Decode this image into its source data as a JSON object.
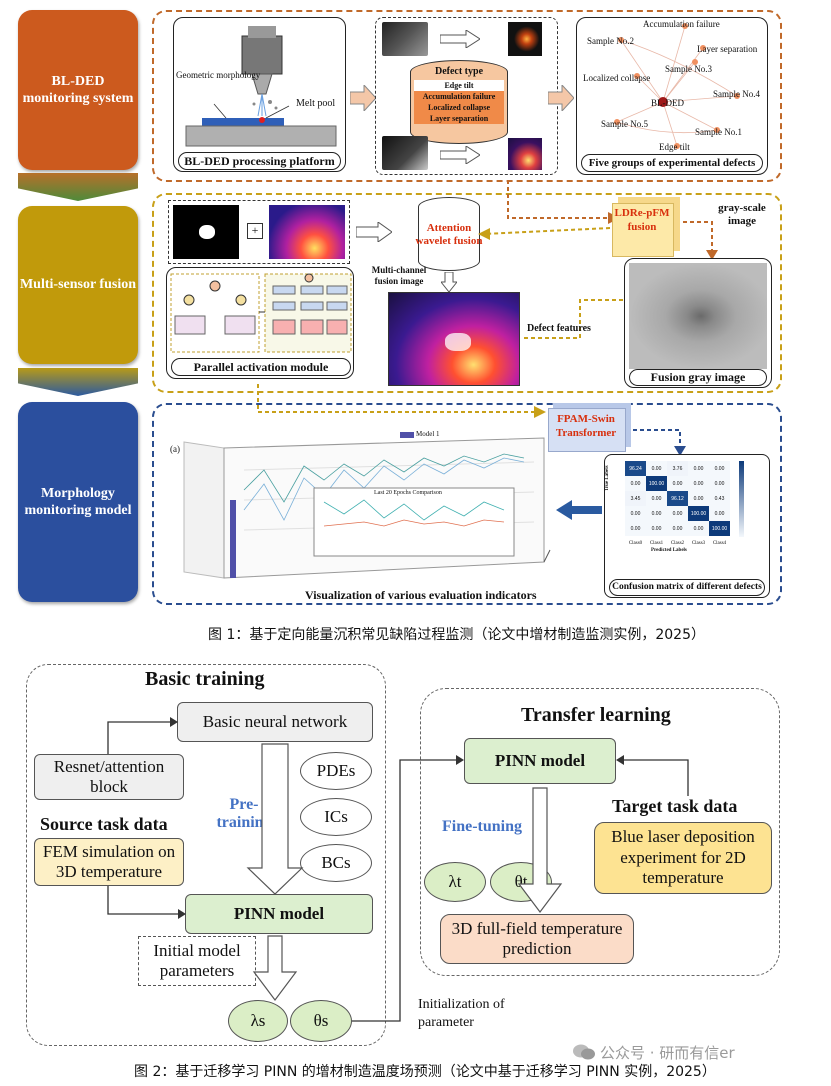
{
  "fig1": {
    "side_labels": [
      "BL-DED monitoring system",
      "Multi-sensor fusion",
      "Morphology monitoring model"
    ],
    "platform": {
      "title": "BL-DED processing platform",
      "geom_label": "Geometric morphology",
      "melt_label": "Melt pool"
    },
    "defect_type": {
      "title": "Defect type",
      "items": [
        "Edge tilt",
        "Accumulation failure",
        "Localized collapse",
        "Layer separation"
      ]
    },
    "five_groups": {
      "title": "Five groups of experimental defects",
      "center": "BL-DED",
      "nodes": [
        "Accumulation failure",
        "Sample No.2",
        "Layer separation",
        "Sample No.3",
        "Localized collapse",
        "Sample No.4",
        "Sample No.5",
        "Sample No.1",
        "Edge tilt"
      ]
    },
    "fusion": {
      "attention": "Attention wavelet fusion",
      "multichannel": "Multi-channel fusion image",
      "ldre": "LDRe-pFM fusion",
      "grayscale": "gray-scale image",
      "defect_features": "Defect features",
      "fusion_gray": "Fusion gray image",
      "parallel": "Parallel activation module",
      "plus": "+"
    },
    "model": {
      "fpam": "FPAM-Swin Transformer",
      "vis_title": "Visualization of various evaluation indicators",
      "confusion_title": "Confusion matrix of different defects",
      "panel_label": "(a)",
      "legend": "Model 1",
      "inner_title": "Last 20 Epochs Comparison"
    },
    "confusion": {
      "classes": [
        "Class0",
        "Class1",
        "Class2",
        "Class3",
        "Class4"
      ],
      "rows": [
        [
          "96.24",
          "0.00",
          "3.76",
          "0.00",
          "0.00"
        ],
        [
          "0.00",
          "100.00",
          "0.00",
          "0.00",
          "0.00"
        ],
        [
          "3.45",
          "0.00",
          "96.12",
          "0.00",
          "0.43"
        ],
        [
          "0.00",
          "0.00",
          "0.00",
          "100.00",
          "0.00"
        ],
        [
          "0.00",
          "0.00",
          "0.00",
          "0.00",
          "100.00"
        ]
      ],
      "xlabel": "Predicted Labels",
      "ylabel": "True Labels"
    },
    "caption": "图 1：基于定向能量沉积常见缺陷过程监测（论文中增材制造监测实例，2025）"
  },
  "fig2": {
    "basic_training": "Basic training",
    "basic_nn": "Basic neural network",
    "resnet": "Resnet/attention block",
    "pdes": "PDEs",
    "ics": "ICs",
    "bcs": "BCs",
    "pretraining": "Pre-training",
    "source_task": "Source task data",
    "fem": "FEM simulation on 3D temperature",
    "pinn_left": "PINN model",
    "initial_params": "Initial model parameters",
    "lambda_s": "λs",
    "theta_s": "θs",
    "init_param": "Initialization of parameter",
    "transfer": "Transfer learning",
    "pinn_right": "PINN model",
    "target_task": "Target task data",
    "finetuning": "Fine-tuning",
    "blue_laser": "Blue laser deposition experiment for 2D temperature",
    "lambda_t": "λt",
    "theta_t": "θt",
    "full_field": "3D full-field temperature prediction",
    "caption": "图 2：基于迁移学习 PINN 的增材制造温度场预测（论文中基于迁移学习 PINN 实例，2025）",
    "watermark": "公众号 · 研而有信er"
  },
  "colors": {
    "orange_side": "#cc5a1e",
    "gold_side": "#c19a0b",
    "blue_side": "#2b4f9e",
    "orange_dash": "#c0692a",
    "gold_dash": "#c8a018",
    "blue_dash": "#2a4d8f"
  }
}
